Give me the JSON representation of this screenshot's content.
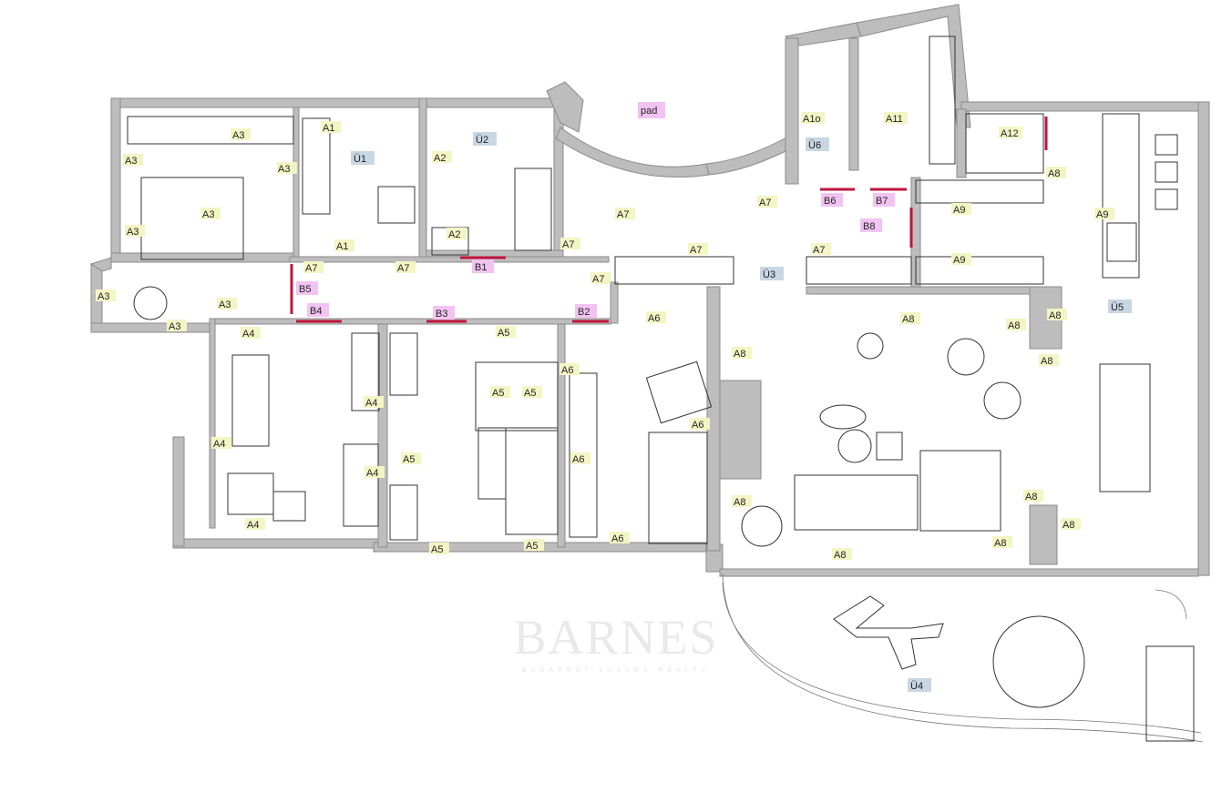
{
  "watermark": {
    "brand": "BARNES",
    "tagline": "BUDAPEST LUXURY REALTY"
  },
  "colors": {
    "wall": "#bdbdbd",
    "label_bg": "#f3f5c4",
    "label_bg_blue": "#c9d6e3",
    "label_bg_pink": "#f2c3f2",
    "door_red": "#c0143c"
  },
  "labels": {
    "a1_top": "A1",
    "a1_bottom": "A1",
    "a3_top": "A3",
    "a3_left": "A3",
    "a3_left2": "A3",
    "a3_wardrobe": "A3",
    "a3_bed": "A3",
    "a3_window": "A3",
    "a3_chair": "A3",
    "a3_door": "A3",
    "u1": "Ü1",
    "u2": "Ü2",
    "u3": "Ü3",
    "u4": "Ü4",
    "u5": "Ü5",
    "u6": "Ü6",
    "a2_top": "A2",
    "a2_bottom": "A2",
    "pad": "pad",
    "a7_entry": "A7",
    "a7_right": "A7",
    "a7_corr1": "A7",
    "a7_corr2": "A7",
    "a7_upper": "A7",
    "a7_mid": "A7",
    "a7_hall": "A7",
    "a7_storage": "A7",
    "b1": "B1",
    "b2": "B2",
    "b3": "B3",
    "b4": "B4",
    "b5": "B5",
    "b6": "B6",
    "b7": "B7",
    "b8": "B8",
    "a10": "A1o",
    "a11": "A11",
    "a12": "A12",
    "a9_top": "A9",
    "a9_mid": "A9",
    "a9_kitchen": "A9",
    "a8_a": "A8",
    "a8_b": "A8",
    "a8_c": "A8",
    "a8_d": "A8",
    "a8_e": "A8",
    "a8_f": "A8",
    "a8_g": "A8",
    "a8_h": "A8",
    "a8_i": "A8",
    "a8_j": "A8",
    "a8_k": "A8",
    "a8_l": "A8",
    "a4_top": "A4",
    "a4_left": "A4",
    "a4_mid": "A4",
    "a4_mid2": "A4",
    "a4_bottom": "A4",
    "a5_top": "A5",
    "a5_mid1": "A5",
    "a5_mid2": "A5",
    "a5_left": "A5",
    "a5_bottom1": "A5",
    "a5_bottom2": "A5",
    "a6_top": "A6",
    "a6_left": "A6",
    "a6_right": "A6",
    "a6_mid": "A6",
    "a6_bottom": "A6"
  }
}
